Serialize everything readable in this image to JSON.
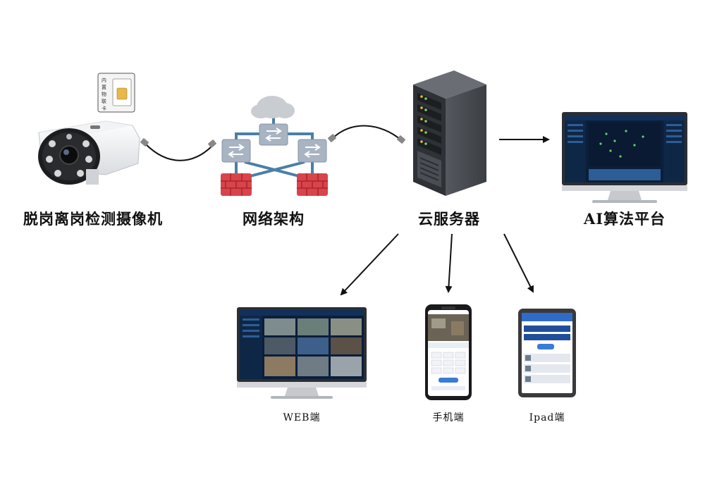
{
  "nodes": {
    "camera": {
      "label": "脱岗离岗检测摄像机",
      "sim_text": "内置物联卡"
    },
    "network": {
      "label": "网络架构"
    },
    "server": {
      "label": "云服务器"
    },
    "ai_platform": {
      "label": "AI算法平台"
    },
    "web": {
      "label": "WEB端"
    },
    "mobile": {
      "label": "手机端"
    },
    "ipad": {
      "label": "Ipad端"
    }
  },
  "colors": {
    "arrow": "#111111",
    "cloud": "#c9ccd1",
    "switch": "#a9b4c2",
    "pipe": "#4a7fa8",
    "firewall": "#d9434b",
    "server_body": "#3a3d42",
    "screen_dark": "#0b1e3a"
  }
}
